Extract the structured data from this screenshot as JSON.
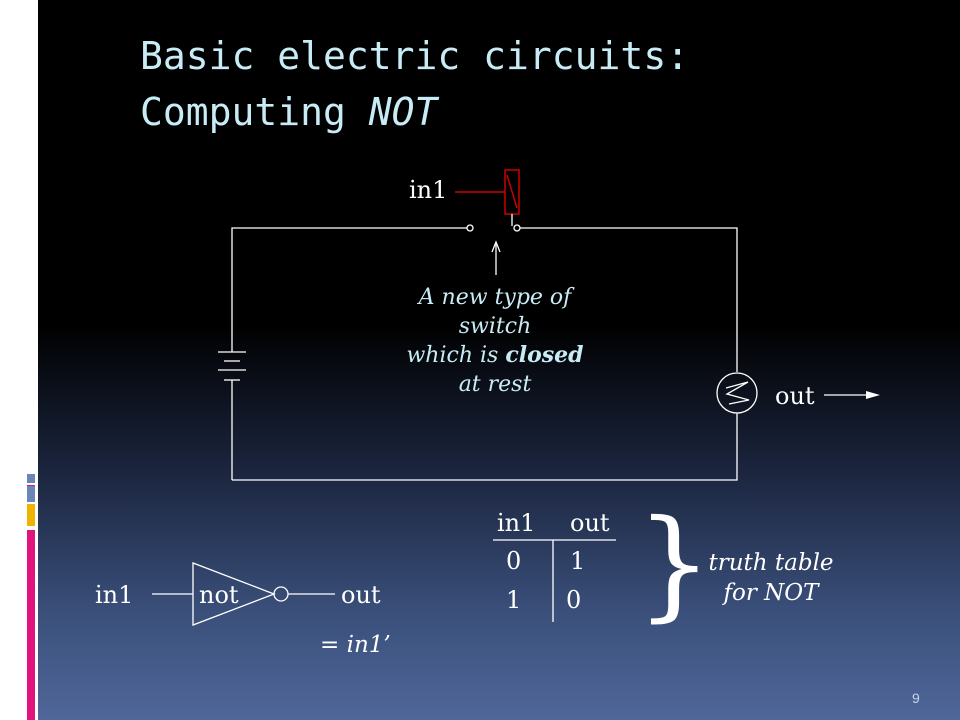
{
  "title": {
    "line1": "Basic electric circuits:",
    "line2_prefix": "Computing ",
    "line2_em": "NOT"
  },
  "circuit": {
    "input_label": "in1",
    "output_label": "out"
  },
  "note": {
    "l1": "A new type of",
    "l2": "switch",
    "l3_prefix": "which is ",
    "l3_bold": "closed",
    "l4": "at rest"
  },
  "gate": {
    "input_label": "in1",
    "gate_label": "not",
    "output_label": "out",
    "equation_prefix": "=  ",
    "equation_var": "in1’"
  },
  "truth_table": {
    "headers": [
      "in1",
      "out"
    ],
    "rows": [
      [
        "0",
        "1"
      ],
      [
        "1",
        "0"
      ]
    ],
    "caption_line1": "truth table",
    "caption_line2": "for NOT"
  },
  "page_number": "9",
  "colors": {
    "title": "#c8ecf6",
    "switch_red": "#cc0000",
    "accent_pink": "#e0147e",
    "accent_yellow": "#f0b400",
    "accent_blue": "#6a86b6"
  }
}
